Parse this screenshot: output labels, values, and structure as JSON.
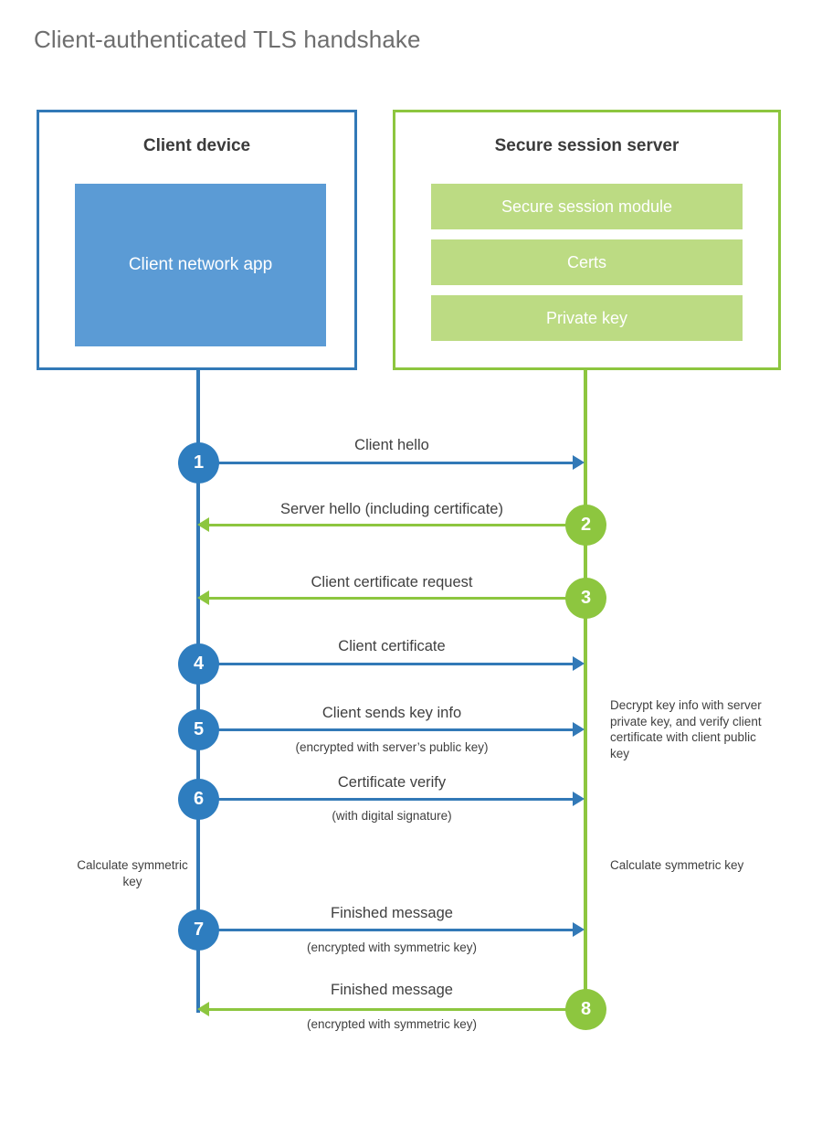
{
  "title": "Client-authenticated TLS handshake",
  "colors": {
    "client_border": "#3279b7",
    "client_fill": "#5b9bd5",
    "server_border": "#8dc63f",
    "server_fill": "#bcdb83",
    "client_circle": "#2e7dbf",
    "server_circle": "#8dc63f",
    "title_text": "#6e6e6e",
    "body_text": "#3f3f3f"
  },
  "actors": {
    "client": {
      "title": "Client device",
      "component": "Client network app"
    },
    "server": {
      "title": "Secure session server",
      "components": [
        "Secure session module",
        "Certs",
        "Private key"
      ]
    }
  },
  "steps": [
    {
      "number": "1",
      "label": "Client hello",
      "sublabel": "",
      "direction": "client-to-server",
      "origin": "client"
    },
    {
      "number": "2",
      "label": "Server hello (including certificate)",
      "sublabel": "",
      "direction": "server-to-client",
      "origin": "server"
    },
    {
      "number": "3",
      "label": "Client certificate request",
      "sublabel": "",
      "direction": "server-to-client",
      "origin": "server"
    },
    {
      "number": "4",
      "label": "Client certificate",
      "sublabel": "",
      "direction": "client-to-server",
      "origin": "client"
    },
    {
      "number": "5",
      "label": "Client sends key info",
      "sublabel": "(encrypted with server’s public key)",
      "direction": "client-to-server",
      "origin": "client"
    },
    {
      "number": "6",
      "label": "Certificate verify",
      "sublabel": "(with digital signature)",
      "direction": "client-to-server",
      "origin": "client"
    },
    {
      "number": "7",
      "label": "Finished message",
      "sublabel": "(encrypted with symmetric key)",
      "direction": "client-to-server",
      "origin": "client"
    },
    {
      "number": "8",
      "label": "Finished message",
      "sublabel": "(encrypted with symmetric key)",
      "direction": "server-to-client",
      "origin": "server"
    }
  ],
  "annotations": {
    "server_decrypt": "Decrypt key info with server private key, and verify client certificate with client public key",
    "client_calculate": "Calculate symmetric key",
    "server_calculate": "Calculate symmetric key"
  }
}
